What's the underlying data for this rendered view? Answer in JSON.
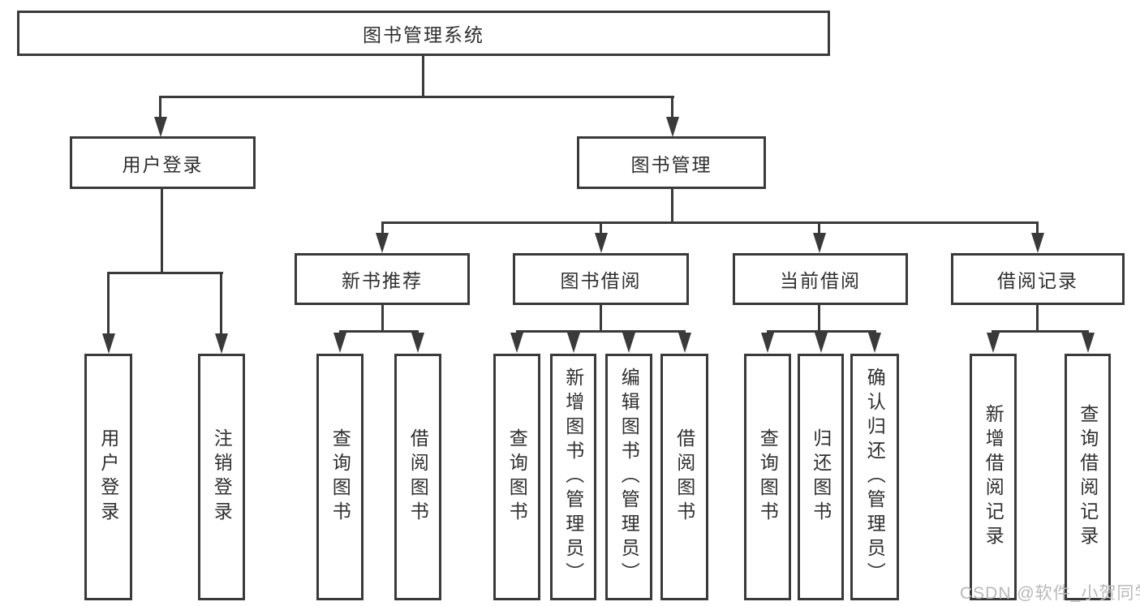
{
  "diagram": {
    "title": "图书管理系统",
    "root": {
      "label": "图书管理系统"
    },
    "level2": {
      "user_login": "用户登录",
      "book_management": "图书管理"
    },
    "level3": {
      "new_book_recommend": "新书推荐",
      "book_borrow": "图书借阅",
      "current_borrow": "当前借阅",
      "borrow_records": "借阅记录"
    },
    "leaves": {
      "user_login": "用户登录",
      "logout": "注销登录",
      "recommend_query_books": "查询图书",
      "recommend_borrow_books": "借阅图书",
      "borrow_query_books": "查询图书",
      "borrow_add_books_admin": "新增图书（管理员）",
      "borrow_edit_books_admin": "编辑图书（管理员）",
      "borrow_borrow_books": "借阅图书",
      "current_query_books": "查询图书",
      "current_return_books": "归还图书",
      "current_confirm_return_admin": "确认归还（管理员）",
      "records_add_borrow_record": "新增借阅记录",
      "records_query_borrow_record": "查询借阅记录"
    }
  },
  "watermark": {
    "text": "CSDN @软件_小贺同学"
  },
  "colors": {
    "line": "#3a3a3a",
    "border": "#3a3a3a",
    "text": "#2f2f2f",
    "background": "#ffffff",
    "watermark": "#b9b9b9"
  }
}
